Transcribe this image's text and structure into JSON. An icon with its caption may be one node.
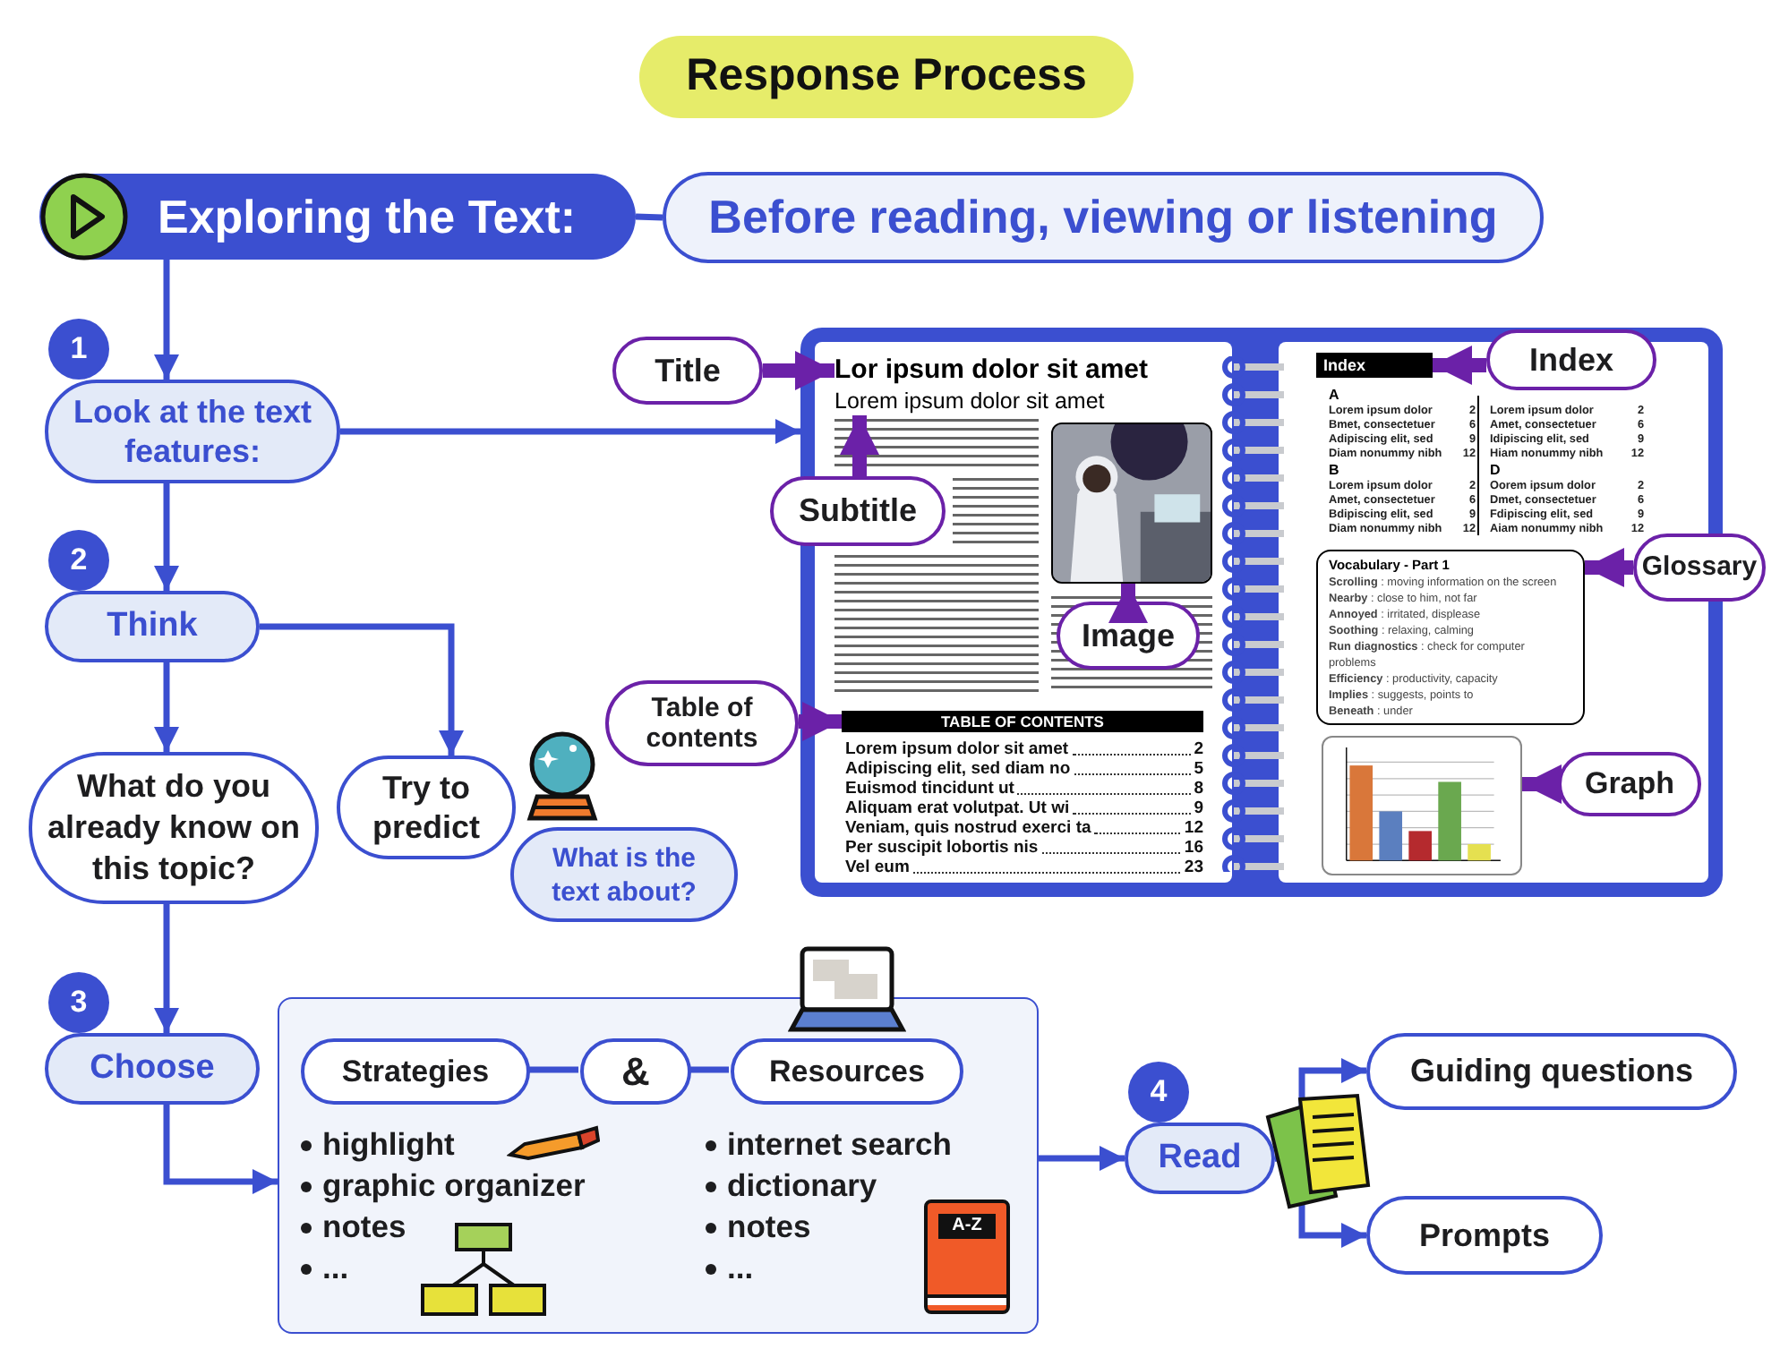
{
  "diagram": {
    "title": "Response Process",
    "nodes": [
      {
        "text": [
          "Exploring the Text:"
        ]
      },
      {
        "text": [
          "**Before** reading, viewing or listening"
        ]
      },
      {
        "text": [
          "Look at the text features:"
        ],
        "beside": [
          "1"
        ]
      },
      {
        "text": [
          "Think"
        ],
        "beside": [
          "2"
        ]
      },
      {
        "text": [
          "What do you **already** know on this topic?"
        ]
      },
      {
        "text": [
          "Try to predict"
        ]
      },
      {
        "text": [
          "What is the text about?"
        ]
      },
      {
        "text": [
          "Choose"
        ],
        "beside": [
          "3"
        ]
      },
      {
        "text": [
          "highlight",
          "graphic organizer",
          "notes",
          "...",
          "internet search",
          "dictionary",
          "notes",
          "..."
        ]
      },
      {
        "text": [
          "Strategies"
        ],
        "in": 8
      },
      {
        "text": [
          "&"
        ],
        "in": 8
      },
      {
        "text": [
          "Resources"
        ],
        "in": 8
      },
      {
        "text": [
          "Read"
        ],
        "beside": [
          "4"
        ]
      },
      {
        "text": [
          "Guiding questions"
        ]
      },
      {
        "text": [
          "Prompts"
        ]
      },
      {
        "text": [],
        "shape": "box"
      },
      {
        "text": [
          "Lor ipsum dolor sit amet"
        ],
        "in": 15
      },
      {
        "text": [
          "Lorem ipsum dolor sit amet"
        ],
        "in": 15
      },
      {
        "text": [],
        "shape": "picture",
        "in": 15
      },
      {
        "text": [
          "TABLE OF CONTENTS"
        ],
        "in": 15
      },
      {
        "text": [
          "Index"
        ],
        "in": 15
      },
      {
        "text": [
          "Vocabulary - Part 1",
          "**Scrolling** : moving information on the screen",
          "**Nearby** : close to him, not far",
          "**Annoyed** : irritated, displease",
          "**Soothing** : relaxing, calming",
          "**Run diagnostics** : check for computer problems",
          "**Efficiency** : productivity, capacity",
          "**Implies** : suggests, points to",
          "**Beneath** : under"
        ],
        "in": 15
      },
      {
        "text": [],
        "shape": "picture",
        "in": 15
      },
      {
        "text": [
          "Title"
        ]
      },
      {
        "text": [
          "Subtitle"
        ]
      },
      {
        "text": [
          "Image"
        ],
        "in": 15
      },
      {
        "text": [
          "Table of contents"
        ]
      },
      {
        "text": [
          "Index"
        ],
        "in": 15
      },
      {
        "text": [
          "Glossary"
        ]
      },
      {
        "text": [
          "Graph"
        ],
        "in": 15
      }
    ],
    "edges": [
      {
        "from": 0,
        "to": 1,
        "arrow": "none"
      },
      {
        "from": 0,
        "to": 2,
        "arrow": "to"
      },
      {
        "from": 2,
        "to": 15,
        "arrow": "to"
      },
      {
        "from": 2,
        "to": 3,
        "arrow": "to"
      },
      {
        "from": 3,
        "to": 4,
        "arrow": "to"
      },
      {
        "from": 3,
        "to": 5,
        "arrow": "to"
      },
      {
        "from": 4,
        "to": 7,
        "arrow": "to"
      },
      {
        "from": 7,
        "to": 8,
        "arrow": "to"
      },
      {
        "from": 8,
        "to": 12,
        "arrow": "to"
      },
      {
        "from": 12,
        "to": 13,
        "arrow": "to"
      },
      {
        "from": 12,
        "to": 14,
        "arrow": "to"
      },
      {
        "from": 9,
        "to": 10,
        "arrow": "none"
      },
      {
        "from": 10,
        "to": 11,
        "arrow": "none"
      },
      {
        "from": 23,
        "to": 16,
        "arrow": "to",
        "style": "thick",
        "color": "#6b21a8"
      },
      {
        "from": 24,
        "to": 17,
        "arrow": "to",
        "style": "thick",
        "color": "#6b21a8"
      },
      {
        "from": 25,
        "to": 18,
        "arrow": "to",
        "style": "thick",
        "color": "#6b21a8"
      },
      {
        "from": 26,
        "to": 19,
        "arrow": "to",
        "style": "thick",
        "color": "#6b21a8"
      },
      {
        "from": 27,
        "to": 20,
        "arrow": "to",
        "style": "thick",
        "color": "#6b21a8"
      },
      {
        "from": 28,
        "to": 21,
        "arrow": "to",
        "style": "thick",
        "color": "#6b21a8"
      },
      {
        "from": 29,
        "to": 22,
        "arrow": "to",
        "style": "thick",
        "color": "#6b21a8"
      }
    ],
    "labels": [
      "Lorem ipsum dolor sit amet",
      "2",
      "Adipiscing elit, sed diam no",
      "5",
      "Euismod tincidunt ut",
      "8",
      "Aliquam erat volutpat. Ut wi",
      "9",
      "Veniam, quis nostrud exerci ta",
      "12",
      "Per suscipit lobortis nis",
      "16",
      "Vel eum",
      "23",
      "A",
      "Lorem ipsum dolor",
      "2",
      "Bmet, consectetuer",
      "6",
      "Adipiscing elit, sed",
      "9",
      "Diam nonummy nibh",
      "12",
      "B",
      "Lorem ipsum dolor",
      "2",
      "Amet, consectetuer",
      "6",
      "Bdipiscing elit, sed",
      "9",
      "Diam nonummy nibh",
      "12",
      "Lorem ipsum dolor",
      "2",
      "Amet, consectetuer",
      "6",
      "Idipiscing elit, sed",
      "9",
      "Hiam nonummy nibh",
      "12",
      "D",
      "Oorem ipsum dolor",
      "2",
      "Dmet, consectetuer",
      "6",
      "Fdipiscing elit, sed",
      "9",
      "Aiam nonummy nibh",
      "12",
      "A-Z"
    ]
  }
}
